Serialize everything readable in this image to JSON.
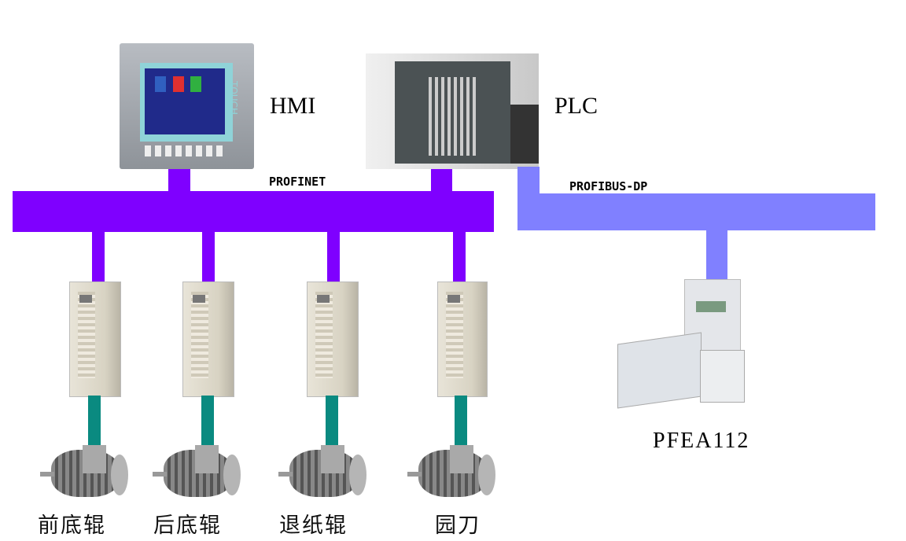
{
  "devices": {
    "hmi": "HMI",
    "plc": "PLC",
    "io": "PFEA112"
  },
  "buses": {
    "profinet": "PROFINET",
    "profibus": "PROFIBUS-DP"
  },
  "drives": [
    {
      "label": "前底辊"
    },
    {
      "label": "后底辊"
    },
    {
      "label": "退纸辊"
    },
    {
      "label": "园刀"
    }
  ],
  "colors": {
    "profinet": "#7f00ff",
    "profibus": "#8080ff",
    "motor_link": "#0a8a80"
  },
  "hmi_screen_text": "TOUCH"
}
